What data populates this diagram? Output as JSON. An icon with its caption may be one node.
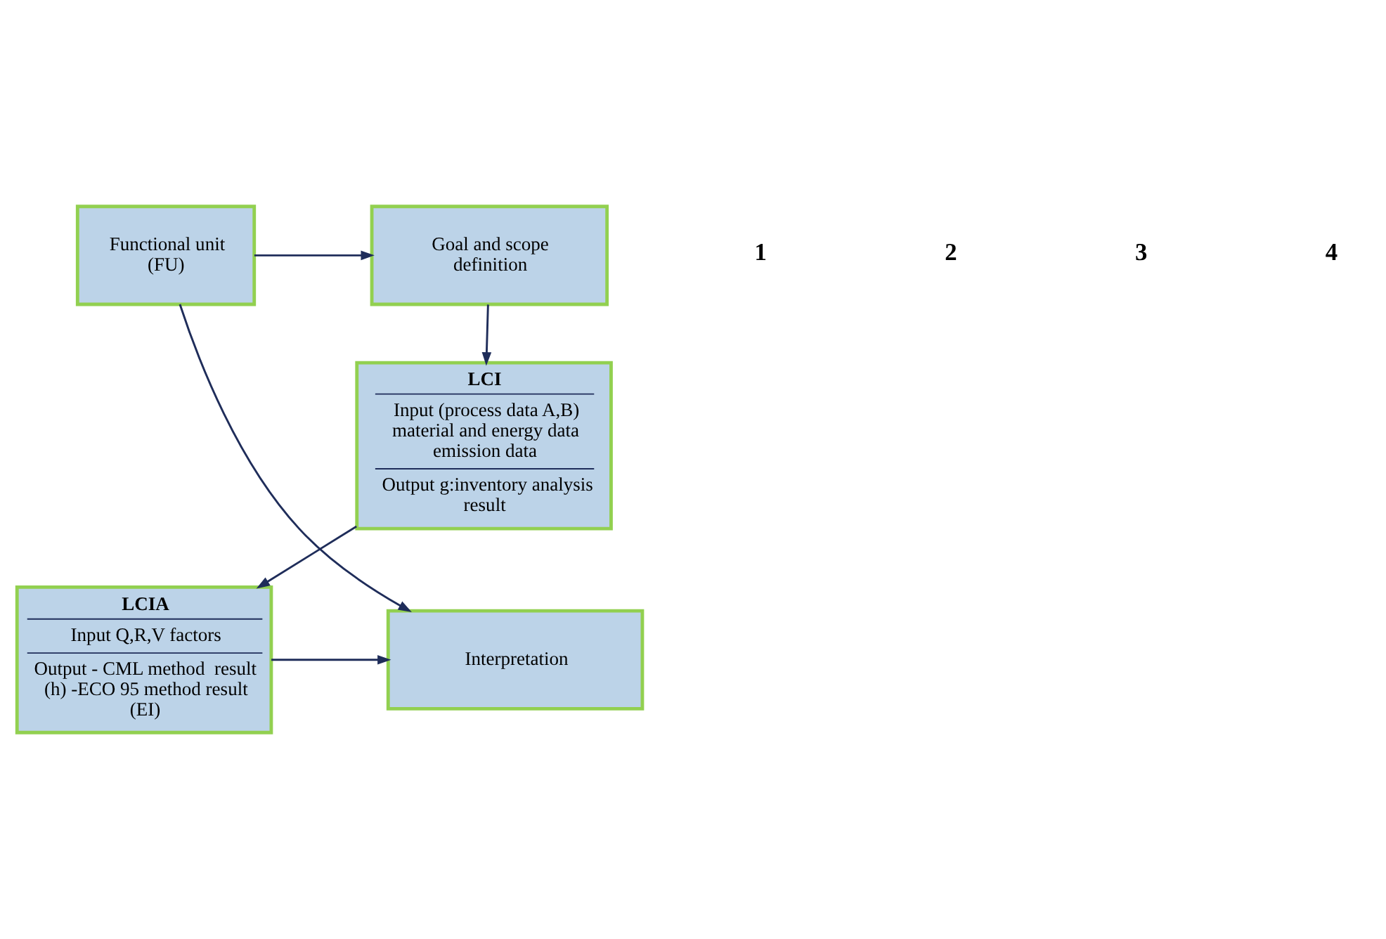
{
  "diagram": {
    "nodes": [
      {
        "text": [
          "Goal and scope definition"
        ]
      },
      {
        "text": [
          "LCI",
          "Input (process data A,B) material and energy data emission data",
          "Output g:inventory analysis result"
        ]
      },
      {
        "text": [
          "LCIA",
          "Input Q,R,V factors",
          "Output - CML method  result (h) -ECO 95 method result (EI)"
        ]
      },
      {
        "text": [
          "Functional unit (FU)"
        ]
      },
      {
        "text": [
          "Interpretation"
        ]
      }
    ],
    "edges": [
      {
        "from": 3,
        "to": 0,
        "arrow": "to"
      },
      {
        "from": 0,
        "to": 1,
        "arrow": "to"
      },
      {
        "from": 1,
        "to": 2,
        "arrow": "to"
      },
      {
        "from": 3,
        "to": 4,
        "arrow": "to"
      },
      {
        "from": 2,
        "to": 4,
        "arrow": "to"
      }
    ],
    "labels": [
      "1",
      "2",
      "3",
      "4"
    ]
  }
}
